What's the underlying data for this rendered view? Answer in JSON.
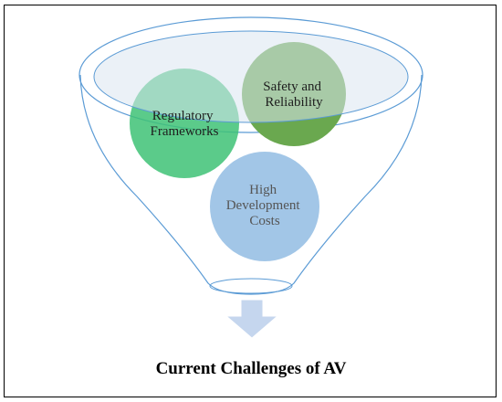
{
  "diagram": {
    "caption": "Current Challenges of AV",
    "items": [
      {
        "line1": "Regulatory",
        "line2": "Frameworks",
        "fill": "#3ec276",
        "text_color": "#1e1e1e"
      },
      {
        "line1": "Safety and",
        "line2": "Reliability",
        "fill": "#6aa84f",
        "text_color": "#1e1e1e"
      },
      {
        "line1": "High",
        "line2": "Development",
        "line3": "Costs",
        "fill": "#9dc3e6",
        "text_color": "#555555"
      }
    ],
    "colors": {
      "funnel_stroke": "#5b9bd5",
      "funnel_top_fill": "#dbe5f1",
      "arrow_fill": "#c5d6ee",
      "frame": "#000000"
    },
    "arrow_icon": "down-arrow-icon"
  }
}
